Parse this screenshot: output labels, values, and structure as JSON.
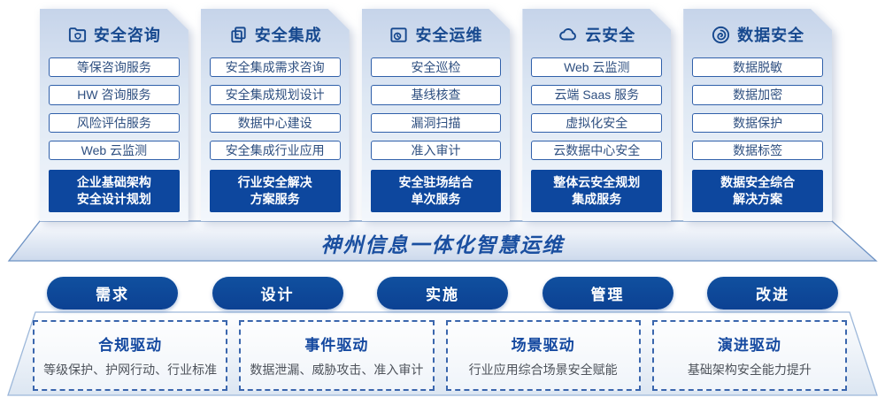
{
  "colors": {
    "primary_blue": "#0d479e",
    "title_blue": "#17498f",
    "item_border_blue": "#3060aa",
    "item_text_blue": "#2e4f80",
    "banner_text_blue": "#1a4fa0",
    "dashed_border_blue": "#3a66ad",
    "desc_gray": "#4d525a",
    "card_gradient_top": "#c6d4ea",
    "card_gradient_bottom": "#f3f7fc"
  },
  "columns": [
    {
      "icon": "folder-shield-icon",
      "title": "安全咨询",
      "items": [
        "等保咨询服务",
        "HW 咨询服务",
        "风险评估服务",
        "Web 云监测"
      ],
      "highlight": "企业基础架构\n安全设计规划"
    },
    {
      "icon": "stacked-documents-icon",
      "title": "安全集成",
      "items": [
        "安全集成需求咨询",
        "安全集成规划设计",
        "数据中心建设",
        "安全集成行业应用"
      ],
      "highlight": "行业安全解决\n方案服务"
    },
    {
      "icon": "folder-clock-icon",
      "title": "安全运维",
      "items": [
        "安全巡检",
        "基线核查",
        "漏洞扫描",
        "准入审计"
      ],
      "highlight": "安全驻场结合\n单次服务"
    },
    {
      "icon": "cloud-icon",
      "title": "云安全",
      "items": [
        "Web 云监测",
        "云端 Saas 服务",
        "虚拟化安全",
        "云数据中心安全"
      ],
      "highlight": "整体云安全规划\n集成服务"
    },
    {
      "icon": "fingerprint-icon",
      "title": "数据安全",
      "items": [
        "数据脱敏",
        "数据加密",
        "数据保护",
        "数据标签"
      ],
      "highlight": "数据安全综合\n解决方案"
    }
  ],
  "banner": {
    "label": "神州信息一体化智慧运维"
  },
  "process_steps": [
    {
      "label": "需求"
    },
    {
      "label": "设计"
    },
    {
      "label": "实施"
    },
    {
      "label": "管理"
    },
    {
      "label": "改进"
    }
  ],
  "drivers": [
    {
      "title": "合规驱动",
      "desc": "等级保护、护网行动、行业标准"
    },
    {
      "title": "事件驱动",
      "desc": "数据泄漏、威胁攻击、准入审计"
    },
    {
      "title": "场景驱动",
      "desc": "行业应用综合场景安全赋能"
    },
    {
      "title": "演进驱动",
      "desc": "基础架构安全能力提升"
    }
  ]
}
